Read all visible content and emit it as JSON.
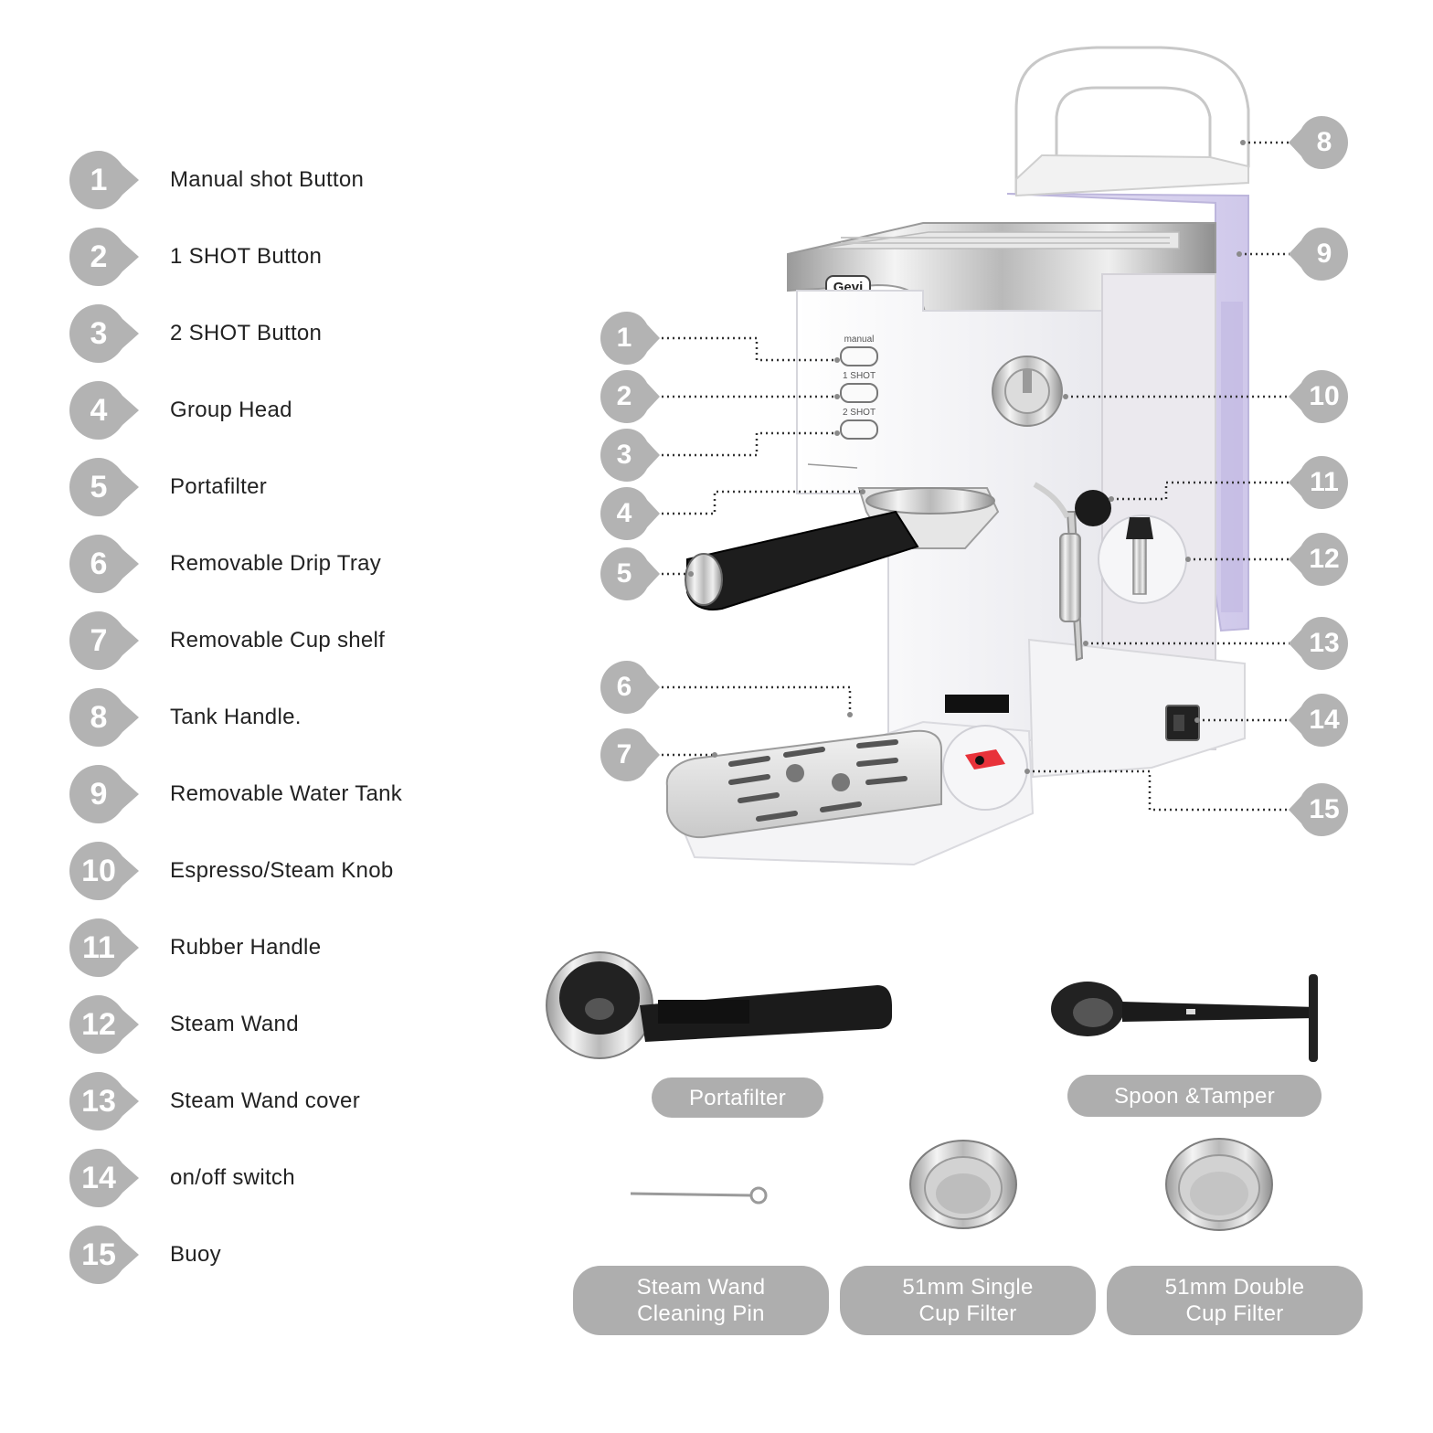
{
  "legend": [
    {
      "num": "1",
      "label": "Manual shot Button"
    },
    {
      "num": "2",
      "label": "1 SHOT Button"
    },
    {
      "num": "3",
      "label": "2 SHOT Button"
    },
    {
      "num": "4",
      "label": "Group Head"
    },
    {
      "num": "5",
      "label": "Portafilter"
    },
    {
      "num": "6",
      "label": "Removable Drip Tray"
    },
    {
      "num": "7",
      "label": "Removable Cup shelf"
    },
    {
      "num": "8",
      "label": "Tank Handle."
    },
    {
      "num": "9",
      "label": "Removable Water Tank"
    },
    {
      "num": "10",
      "label": "Espresso/Steam Knob"
    },
    {
      "num": "11",
      "label": "Rubber Handle"
    },
    {
      "num": "12",
      "label": "Steam Wand"
    },
    {
      "num": "13",
      "label": "Steam Wand cover"
    },
    {
      "num": "14",
      "label": "on/off switch"
    },
    {
      "num": "15",
      "label": "Buoy"
    }
  ],
  "machine": {
    "brand": "Gevi",
    "button_labels": {
      "manual": "manual",
      "one_shot": "1 SHOT",
      "two_shot": "2 SHOT"
    },
    "callouts": [
      "1",
      "2",
      "3",
      "4",
      "5",
      "6",
      "7",
      "8",
      "9",
      "10",
      "11",
      "12",
      "13",
      "14",
      "15"
    ]
  },
  "accessories": {
    "portafilter": "Portafilter",
    "spoon_tamper": "Spoon &Tamper",
    "cleaning_pin": {
      "line1": "Steam Wand",
      "line2": "Cleaning Pin"
    },
    "single_filter": {
      "line1": "51mm Single",
      "line2": "Cup Filter"
    },
    "double_filter": {
      "line1": "51mm Double",
      "line2": "Cup Filter"
    }
  },
  "colors": {
    "badge": "#b3b3b3",
    "pill": "#aeaeae",
    "text": "#222222",
    "machine_body": "#f4f4f6",
    "tank": "#d9d4ef"
  }
}
